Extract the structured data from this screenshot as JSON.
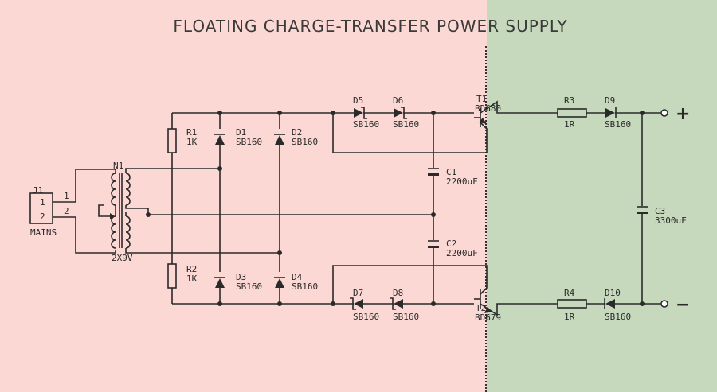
{
  "title": "FLOATING CHARGE-TRANSFER POWER SUPPLY",
  "colors": {
    "left_bg": "#fcd8d4",
    "right_bg": "#c6d9bd",
    "ink": "#2a2a2a"
  },
  "connector": {
    "ref": "J1",
    "pin1": "1",
    "pin2": "2",
    "label": "MAINS",
    "wire1": "1",
    "wire2": "2"
  },
  "transformer": {
    "ref": "N1",
    "value": "2X9V"
  },
  "resistors": [
    {
      "ref": "R1",
      "value": "1K"
    },
    {
      "ref": "R2",
      "value": "1K"
    },
    {
      "ref": "R3",
      "value": "1R"
    },
    {
      "ref": "R4",
      "value": "1R"
    }
  ],
  "diodes": [
    {
      "ref": "D1",
      "value": "SB160"
    },
    {
      "ref": "D2",
      "value": "SB160"
    },
    {
      "ref": "D3",
      "value": "SB160"
    },
    {
      "ref": "D4",
      "value": "SB160"
    },
    {
      "ref": "D5",
      "value": "SB160"
    },
    {
      "ref": "D6",
      "value": "SB160"
    },
    {
      "ref": "D7",
      "value": "SB160"
    },
    {
      "ref": "D8",
      "value": "SB160"
    },
    {
      "ref": "D9",
      "value": "SB160"
    },
    {
      "ref": "D10",
      "value": "SB160"
    }
  ],
  "capacitors": [
    {
      "ref": "C1",
      "value": "2200uF"
    },
    {
      "ref": "C2",
      "value": "2200uF"
    },
    {
      "ref": "C3",
      "value": "3300uF"
    }
  ],
  "transistors": [
    {
      "ref": "T1",
      "value": "BD680"
    },
    {
      "ref": "T2",
      "value": "BD679"
    }
  ],
  "terminals": {
    "positive": "+",
    "negative": "−"
  }
}
